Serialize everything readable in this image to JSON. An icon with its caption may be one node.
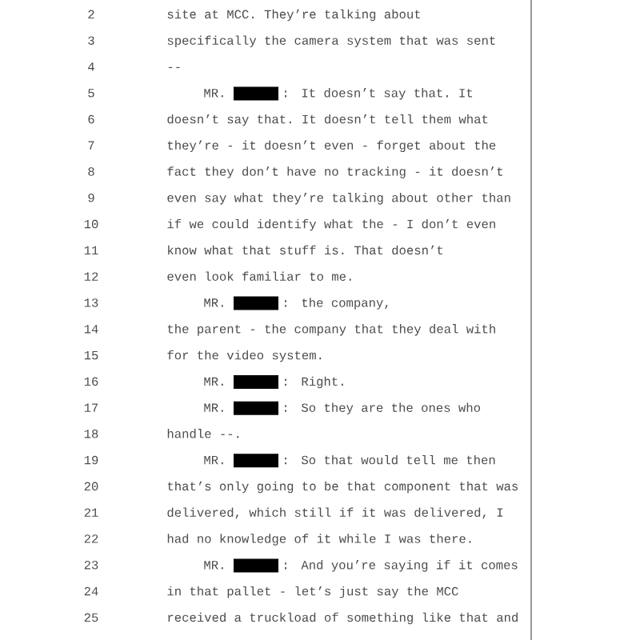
{
  "diagram": {
    "labels": [
      "2",
      "site at MCC. They’re talking about",
      "3",
      "specifically the camera system that was sent",
      "4",
      "--",
      "5",
      "MR.",
      ":",
      "It doesn’t say that. It",
      "6",
      "doesn’t say that. It doesn’t tell them what",
      "7",
      "they’re - it doesn’t even - forget about the",
      "8",
      "fact they don’t have no tracking - it doesn’t",
      "9",
      "even say what they’re talking about other than",
      "10",
      "if we could identify what the - I don’t even",
      "11",
      "know what that stuff is. That doesn’t",
      "12",
      "even look familiar to me.",
      "13",
      "MR.",
      ":",
      "the company,",
      "14",
      "the parent - the company that they deal with",
      "15",
      "for the video system.",
      "16",
      "MR.",
      ":",
      "Right.",
      "17",
      "MR.",
      ":",
      "So they are the ones who",
      "18",
      "handle --.",
      "19",
      "MR.",
      ":",
      "So that would tell me then",
      "20",
      "that’s only going to be that component that was",
      "21",
      "delivered, which still if it was delivered, I",
      "22",
      "had no knowledge of it while I was there.",
      "23",
      "MR.",
      ":",
      "And you’re saying if it comes",
      "24",
      "in that pallet - let’s just say the MCC",
      "25",
      "received a truckload of something like that and"
    ]
  }
}
